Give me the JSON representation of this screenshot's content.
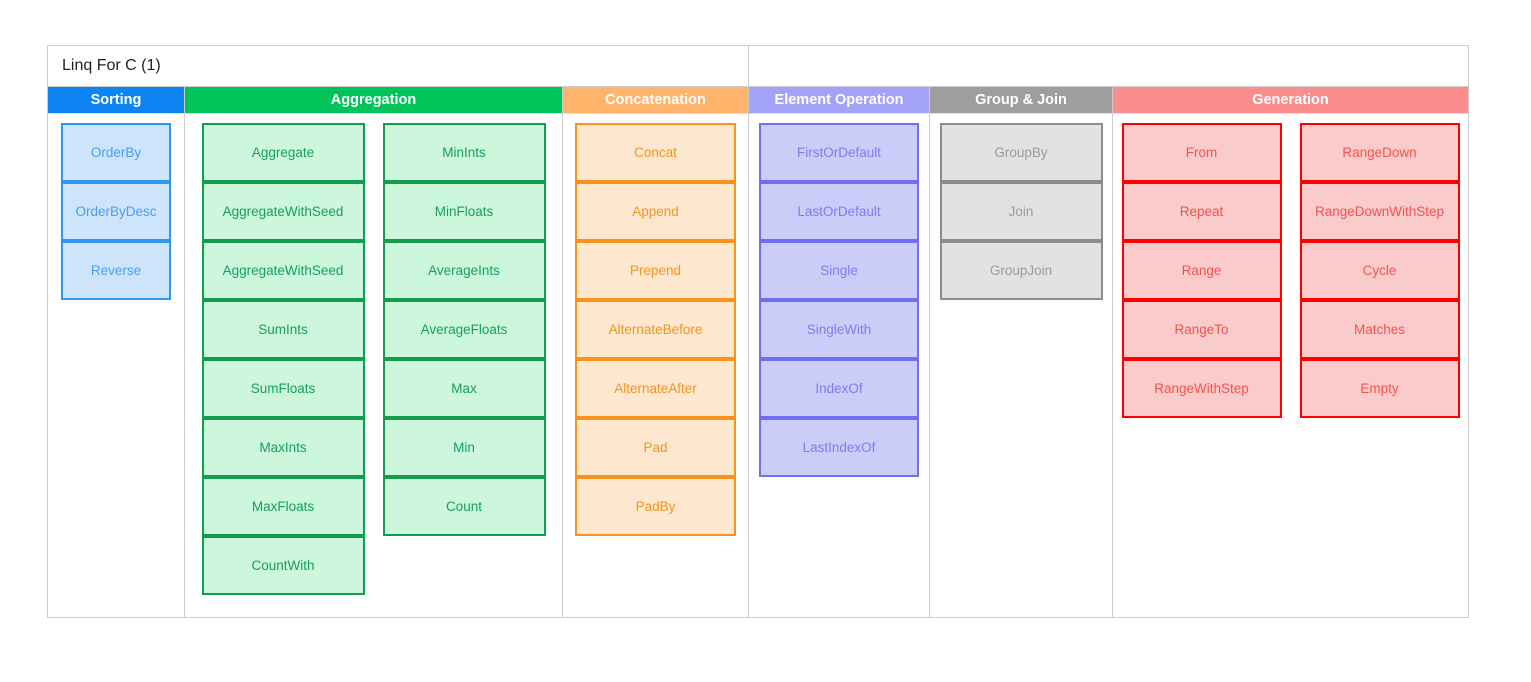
{
  "board": {
    "title": "Linq For C (1)"
  },
  "columns": [
    {
      "key": "sorting",
      "header": "Sorting",
      "header_color": "#0d84f2",
      "cell_fill": "#cde4fb",
      "cell_border": "#2f97f1",
      "cell_text": "#4a9ef0",
      "subcolumns": [
        [
          "OrderBy",
          "OrderByDesc",
          "Reverse"
        ]
      ]
    },
    {
      "key": "aggregation",
      "header": "Aggregation",
      "header_color": "#00c35a",
      "cell_fill": "#ccf7dd",
      "cell_border": "#129c4e",
      "cell_text": "#16a05a",
      "subcolumns": [
        [
          "Aggregate",
          "AggregateWithSeed",
          "AggregateWithSeed",
          "SumInts",
          "SumFloats",
          "MaxInts",
          "MaxFloats",
          "CountWith"
        ],
        [
          "MinInts",
          "MinFloats",
          "AverageInts",
          "AverageFloats",
          "Max",
          "Min",
          "Count"
        ]
      ]
    },
    {
      "key": "concatenation",
      "header": "Concatenation",
      "header_color": "#ffb36b",
      "cell_fill": "#fde7cf",
      "cell_border": "#f79421",
      "cell_text": "#f0951f",
      "subcolumns": [
        [
          "Concat",
          "Append",
          "Prepend",
          "AlternateBefore",
          "AlternateAfter",
          "Pad",
          "PadBy"
        ]
      ]
    },
    {
      "key": "element-operation",
      "header": "Element Operation",
      "header_color": "#a2a2f8",
      "cell_fill": "#ccccf9",
      "cell_border": "#7070ec",
      "cell_text": "#7d7df0",
      "subcolumns": [
        [
          "FirstOrDefault",
          "LastOrDefault",
          "Single",
          "SingleWith",
          "IndexOf",
          "LastIndexOf"
        ]
      ]
    },
    {
      "key": "group-join",
      "header": "Group & Join",
      "header_color": "#9e9e9e",
      "cell_fill": "#e2e2e2",
      "cell_border": "#8c8c8c",
      "cell_text": "#9a9a9a",
      "subcolumns": [
        [
          "GroupBy",
          "Join",
          "GroupJoin"
        ]
      ]
    },
    {
      "key": "generation",
      "header": "Generation",
      "header_color": "#fc8d8d",
      "cell_fill": "#facbcb",
      "cell_border": "#ff0000",
      "cell_text": "#f3534f",
      "subcolumns": [
        [
          "From",
          "Repeat",
          "Range",
          "RangeTo",
          "RangeWithStep"
        ],
        [
          "RangeDown",
          "RangeDownWithStep",
          "Cycle",
          "Matches",
          "Empty"
        ]
      ]
    }
  ]
}
